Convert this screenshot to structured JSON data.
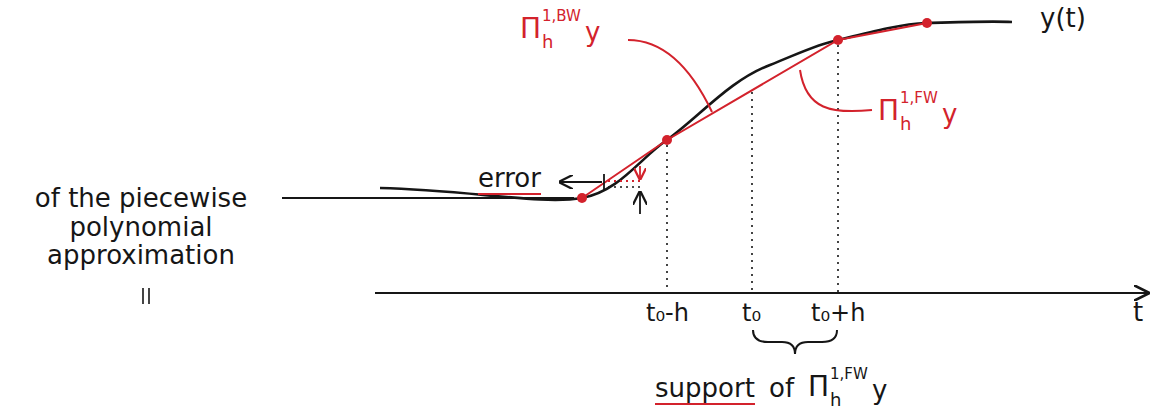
{
  "diagram": {
    "labels": [
      "Π",
      "h",
      "1,BW",
      "y",
      "y(t)",
      "error",
      "of the piecewise polynomial approximation",
      "Π",
      "h",
      "1,FW",
      "y",
      "t₀-h",
      "t₀",
      "t₀+h",
      "t",
      "support",
      "of",
      "Π",
      "h",
      "1,FW",
      "y"
    ]
  }
}
